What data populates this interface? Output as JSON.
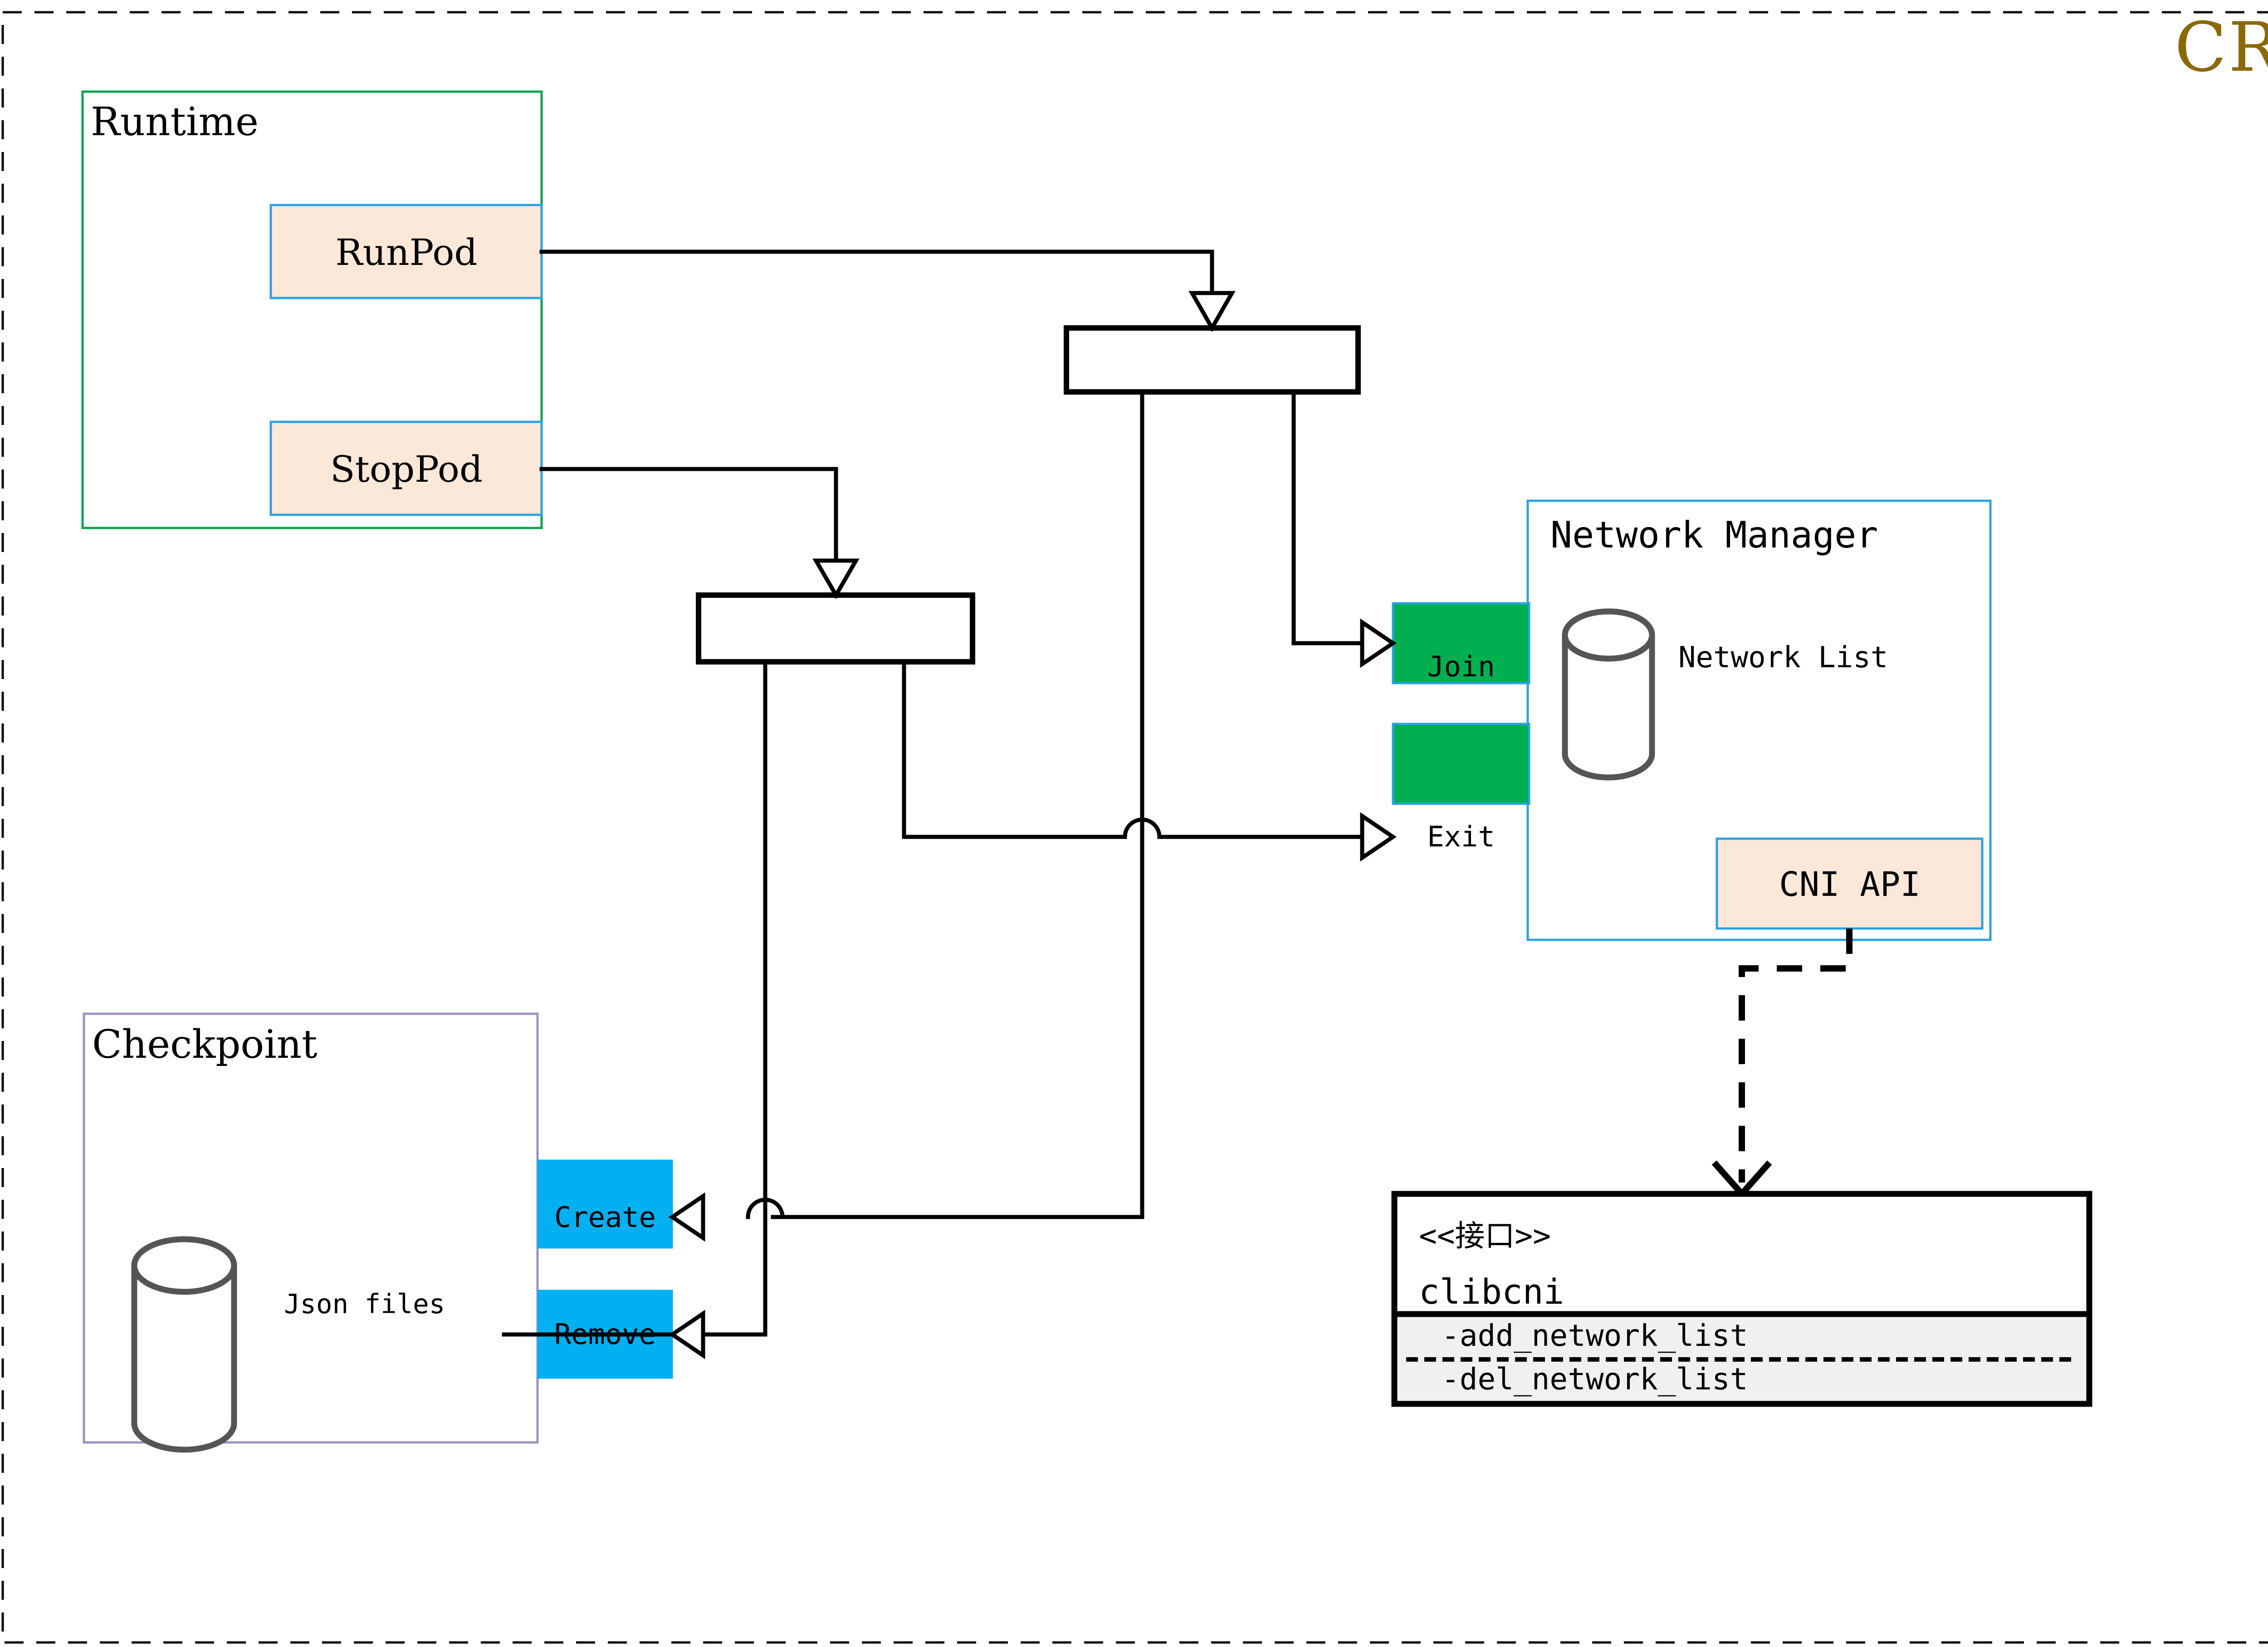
{
  "diagram": {
    "title": "CRI",
    "title_color": "#8a6a06",
    "outer_boundary": "dashed-boundary"
  },
  "packages": {
    "runtime": {
      "label": "Runtime",
      "border_color": "#00a550"
    },
    "checkpoint": {
      "label": "Checkpoint",
      "border_color": "#9f8fbf",
      "store_label": "Json files",
      "store_icon": "cylinder-database-icon"
    },
    "network_manager": {
      "label": "Network Manager",
      "border_color": "#29a3e0",
      "store_label": "Network List",
      "store_icon": "cylinder-database-icon"
    }
  },
  "operations": {
    "run_pod": {
      "label": "RunPod",
      "fill": "#fce8d9",
      "border": "#29a3e0"
    },
    "stop_pod": {
      "label": "StopPod",
      "fill": "#fce8d9",
      "border": "#29a3e0"
    },
    "join": {
      "label": "Join",
      "fill": "#00b050",
      "border": "#29a3e0"
    },
    "exit": {
      "label": "Exit",
      "fill": "#00b050",
      "border": "#29a3e0"
    },
    "create": {
      "label": "Create",
      "fill": "#00b0f0",
      "border": "#00b0f0"
    },
    "remove": {
      "label": "Remove",
      "fill": "#00b0f0",
      "border": "#00b0f0"
    },
    "cni_api": {
      "label": "CNI API",
      "fill": "#fce8d9",
      "border": "#29a3e0"
    }
  },
  "interface_box": {
    "stereotype": "<<接口>>",
    "name": "clibcni",
    "methods": [
      "-add_network_list",
      "-del_network_list"
    ],
    "methods_fill": "#f0f0f0"
  },
  "junctions": [
    {
      "name": "run-pod-junction"
    },
    {
      "name": "stop-pod-junction"
    }
  ]
}
